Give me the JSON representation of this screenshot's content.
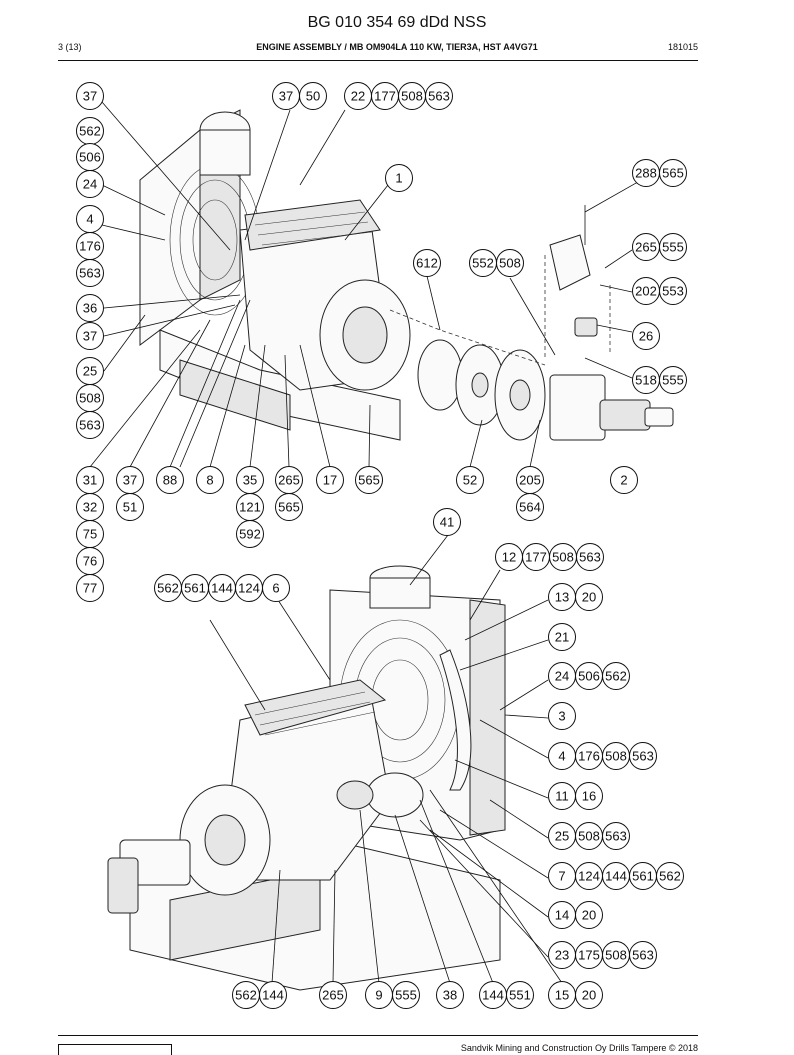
{
  "header": {
    "document_number": "BG 010 354 69 dDd NSS",
    "page": "3 (13)",
    "title": "ENGINE ASSEMBLY / MB OM904LA 110 KW, TIER3A, HST A4VG71",
    "code": "181015"
  },
  "footer": {
    "copyright": "Sandvik Mining and Construction Oy Drills Tampere © 2018"
  },
  "callouts_top": [
    [
      "37"
    ],
    [
      "562"
    ],
    [
      "506"
    ],
    [
      "24"
    ],
    [
      "4"
    ],
    [
      "176"
    ],
    [
      "563"
    ],
    [
      "36"
    ],
    [
      "37"
    ],
    [
      "25"
    ],
    [
      "508"
    ],
    [
      "563"
    ],
    [
      "37",
      "50"
    ],
    [
      "22",
      "177",
      "508",
      "563"
    ],
    [
      "1"
    ],
    [
      "612"
    ],
    [
      "552",
      "508"
    ],
    [
      "288",
      "565"
    ],
    [
      "265",
      "555"
    ],
    [
      "202",
      "553"
    ],
    [
      "26"
    ],
    [
      "518",
      "555"
    ],
    [
      "31"
    ],
    [
      "32"
    ],
    [
      "75"
    ],
    [
      "76"
    ],
    [
      "77"
    ],
    [
      "37"
    ],
    [
      "51"
    ],
    [
      "88"
    ],
    [
      "8"
    ],
    [
      "35"
    ],
    [
      "121"
    ],
    [
      "592"
    ],
    [
      "265"
    ],
    [
      "565"
    ],
    [
      "17"
    ],
    [
      "565"
    ],
    [
      "52"
    ],
    [
      "205"
    ],
    [
      "564"
    ],
    [
      "2"
    ]
  ],
  "callouts_bottom": [
    [
      "41"
    ],
    [
      "12",
      "177",
      "508",
      "563"
    ],
    [
      "13",
      "20"
    ],
    [
      "21"
    ],
    [
      "24",
      "506",
      "562"
    ],
    [
      "3"
    ],
    [
      "4",
      "176",
      "508",
      "563"
    ],
    [
      "11",
      "16"
    ],
    [
      "25",
      "508",
      "563"
    ],
    [
      "7",
      "124",
      "144",
      "561",
      "562"
    ],
    [
      "14",
      "20"
    ],
    [
      "23",
      "175",
      "508",
      "563"
    ],
    [
      "562",
      "561",
      "144",
      "124",
      "6"
    ],
    [
      "562",
      "144"
    ],
    [
      "265"
    ],
    [
      "9",
      "555"
    ],
    [
      "38"
    ],
    [
      "144",
      "551"
    ],
    [
      "15",
      "20"
    ]
  ]
}
